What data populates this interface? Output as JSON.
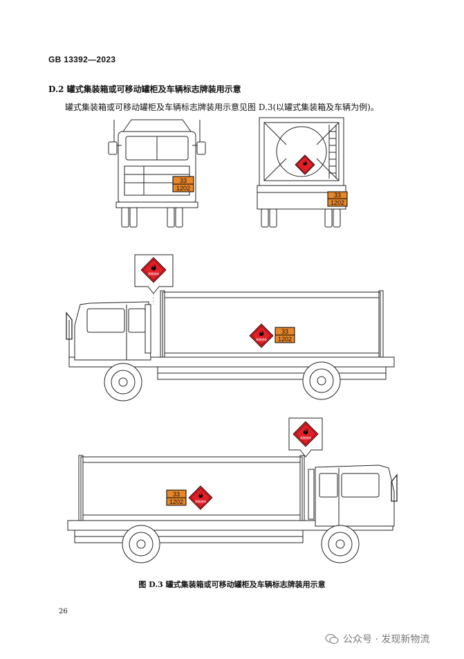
{
  "header": {
    "standard_id": "GB 13392—2023"
  },
  "section": {
    "title": "D.2  罐式集装箱或可移动罐柜及车辆标志牌装用示意",
    "paragraph": "罐式集装箱或可移动罐柜及车辆标志牌装用示意见图 D.3(以罐式集装箱及车辆为例)。"
  },
  "placard": {
    "hazard_id": "33",
    "un_number": "1202",
    "color": "#e8872a"
  },
  "hazard_label": {
    "text": "易燃液体",
    "color": "#e01f26"
  },
  "figure": {
    "caption": "图 D.3   罐式集装箱或可移动罐柜及车辆标志牌装用示意"
  },
  "footer": {
    "page_number": "26",
    "watermark": "公众号 · 发现新物流"
  }
}
